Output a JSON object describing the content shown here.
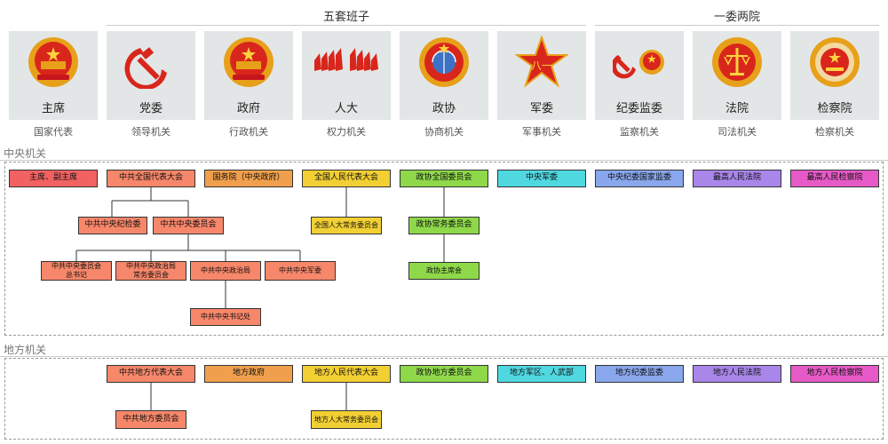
{
  "groups": {
    "five": "五套班子",
    "one_two": "一委两院"
  },
  "cards": [
    {
      "name": "主席",
      "role": "国家代表",
      "icon": "national-emblem-icon"
    },
    {
      "name": "党委",
      "role": "领导机关",
      "icon": "hammer-sickle-icon"
    },
    {
      "name": "政府",
      "role": "行政机关",
      "icon": "national-emblem-icon"
    },
    {
      "name": "人大",
      "role": "权力机关",
      "icon": "red-flags-icon"
    },
    {
      "name": "政协",
      "role": "协商机关",
      "icon": "cppcc-emblem-icon"
    },
    {
      "name": "军委",
      "role": "军事机关",
      "icon": "army-star-icon"
    },
    {
      "name": "纪委监委",
      "role": "监察机关",
      "icon": "party-state-emblems-icon"
    },
    {
      "name": "法院",
      "role": "司法机关",
      "icon": "court-emblem-icon"
    },
    {
      "name": "检察院",
      "role": "检察机关",
      "icon": "procuratorate-emblem-icon"
    }
  ],
  "sections": {
    "central": "中央机关",
    "local": "地方机关"
  },
  "colors": {
    "red": "#f26262",
    "salmon": "#f7876a",
    "orange": "#f0a04d",
    "yellow": "#f2cf33",
    "green": "#8ed84a",
    "cyan": "#4fd8e0",
    "blue": "#89a7ec",
    "purple": "#a986ea",
    "pink": "#e65ac7"
  },
  "central": {
    "chairman": "主席、副主席",
    "party_congress": "中共全国代表大会",
    "state_council": "国务院（中央政府）",
    "npc": "全国人民代表大会",
    "cppcc": "政协全国委员会",
    "cmc": "中央军委",
    "cmc_supervision": "中央纪委国家监委",
    "supreme_court": "最高人民法院",
    "supreme_procuratorate": "最高人民检察院",
    "discipline": "中共中央纪检委",
    "central_committee": "中共中央委员会",
    "npc_standing": "全国人大常务委员会",
    "cppcc_standing": "政协常务委员会",
    "cppcc_chair": "政协主席会",
    "general_secretary_l1": "中共中央委员会",
    "general_secretary_l2": "总书记",
    "politburo_standing_l1": "中共中央政治局",
    "politburo_standing_l2": "常务委员会",
    "politburo": "中共中央政治局",
    "party_military": "中共中央军委",
    "secretariat": "中共中央书记处"
  },
  "local": {
    "party_congress": "中共地方代表大会",
    "government": "地方政府",
    "congress": "地方人民代表大会",
    "cppcc": "政协地方委员会",
    "military": "地方军区、人武部",
    "supervision": "地方纪委监委",
    "court": "地方人民法院",
    "procuratorate": "地方人民检察院",
    "party_committee": "中共地方委员会",
    "congress_standing": "地方人大常务委员会"
  }
}
